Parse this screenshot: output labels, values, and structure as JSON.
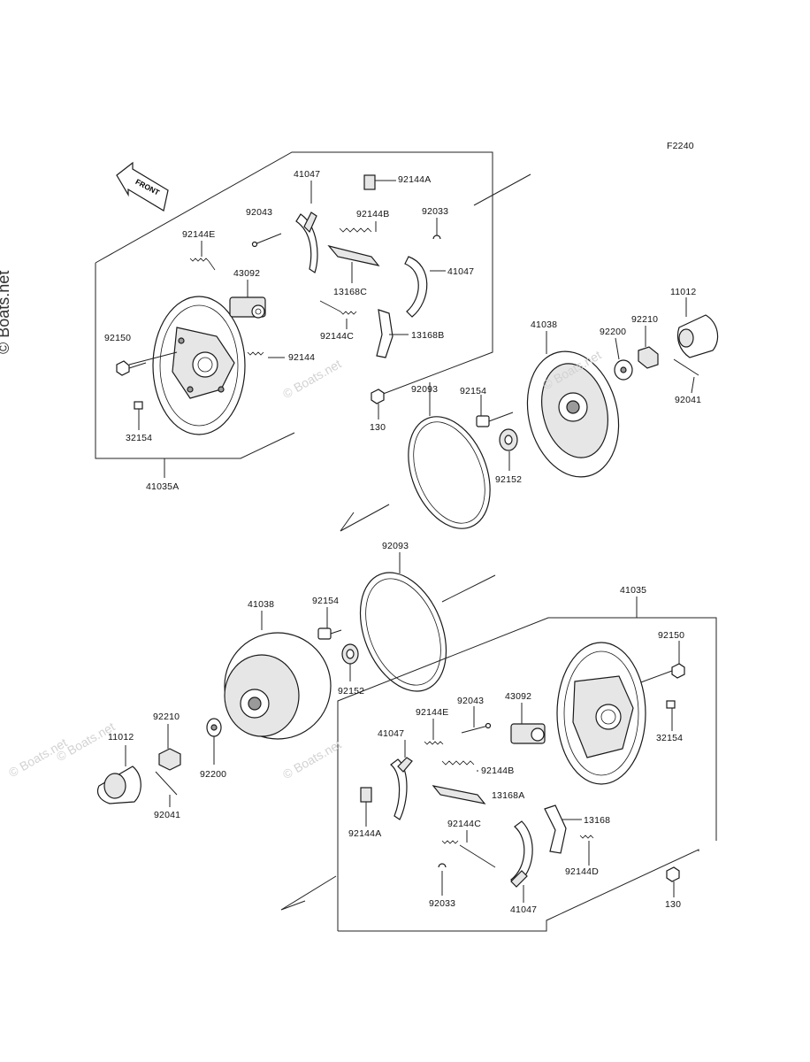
{
  "figure_code": "F2240",
  "watermark": "© Boats.net",
  "front_label": "FRONT",
  "labels": [
    {
      "id": "u41047a",
      "text": "41047"
    },
    {
      "id": "u92144A",
      "text": "92144A"
    },
    {
      "id": "u92043",
      "text": "92043"
    },
    {
      "id": "u92144B",
      "text": "92144B"
    },
    {
      "id": "u92033",
      "text": "92033"
    },
    {
      "id": "u92144E",
      "text": "92144E"
    },
    {
      "id": "u43092",
      "text": "43092"
    },
    {
      "id": "u41047b",
      "text": "41047"
    },
    {
      "id": "u13168C",
      "text": "13168C"
    },
    {
      "id": "u92150",
      "text": "92150"
    },
    {
      "id": "u92144C",
      "text": "92144C"
    },
    {
      "id": "u13168B",
      "text": "13168B"
    },
    {
      "id": "u92144",
      "text": "92144"
    },
    {
      "id": "u32154",
      "text": "32154"
    },
    {
      "id": "u130",
      "text": "130"
    },
    {
      "id": "u41035A",
      "text": "41035A"
    },
    {
      "id": "u92093a",
      "text": "92093"
    },
    {
      "id": "u92154a",
      "text": "92154"
    },
    {
      "id": "u92152a",
      "text": "92152"
    },
    {
      "id": "u41038a",
      "text": "41038"
    },
    {
      "id": "u92200a",
      "text": "92200"
    },
    {
      "id": "u92210a",
      "text": "92210"
    },
    {
      "id": "u11012a",
      "text": "11012"
    },
    {
      "id": "u92041a",
      "text": "92041"
    },
    {
      "id": "l92093",
      "text": "92093"
    },
    {
      "id": "l41035",
      "text": "41035"
    },
    {
      "id": "l41038",
      "text": "41038"
    },
    {
      "id": "l92154",
      "text": "92154"
    },
    {
      "id": "l92150",
      "text": "92150"
    },
    {
      "id": "l92152",
      "text": "92152"
    },
    {
      "id": "l92210",
      "text": "92210"
    },
    {
      "id": "l11012",
      "text": "11012"
    },
    {
      "id": "l92200",
      "text": "92200"
    },
    {
      "id": "l92041",
      "text": "92041"
    },
    {
      "id": "l92144E",
      "text": "92144E"
    },
    {
      "id": "l92043",
      "text": "92043"
    },
    {
      "id": "l43092",
      "text": "43092"
    },
    {
      "id": "l32154",
      "text": "32154"
    },
    {
      "id": "l41047a",
      "text": "41047"
    },
    {
      "id": "l92144B",
      "text": "92144B"
    },
    {
      "id": "l13168A",
      "text": "13168A"
    },
    {
      "id": "l92144A",
      "text": "92144A"
    },
    {
      "id": "l92144C",
      "text": "92144C"
    },
    {
      "id": "l13168",
      "text": "13168"
    },
    {
      "id": "l92144D",
      "text": "92144D"
    },
    {
      "id": "l92033",
      "text": "92033"
    },
    {
      "id": "l41047b",
      "text": "41047"
    },
    {
      "id": "l130",
      "text": "130"
    }
  ]
}
